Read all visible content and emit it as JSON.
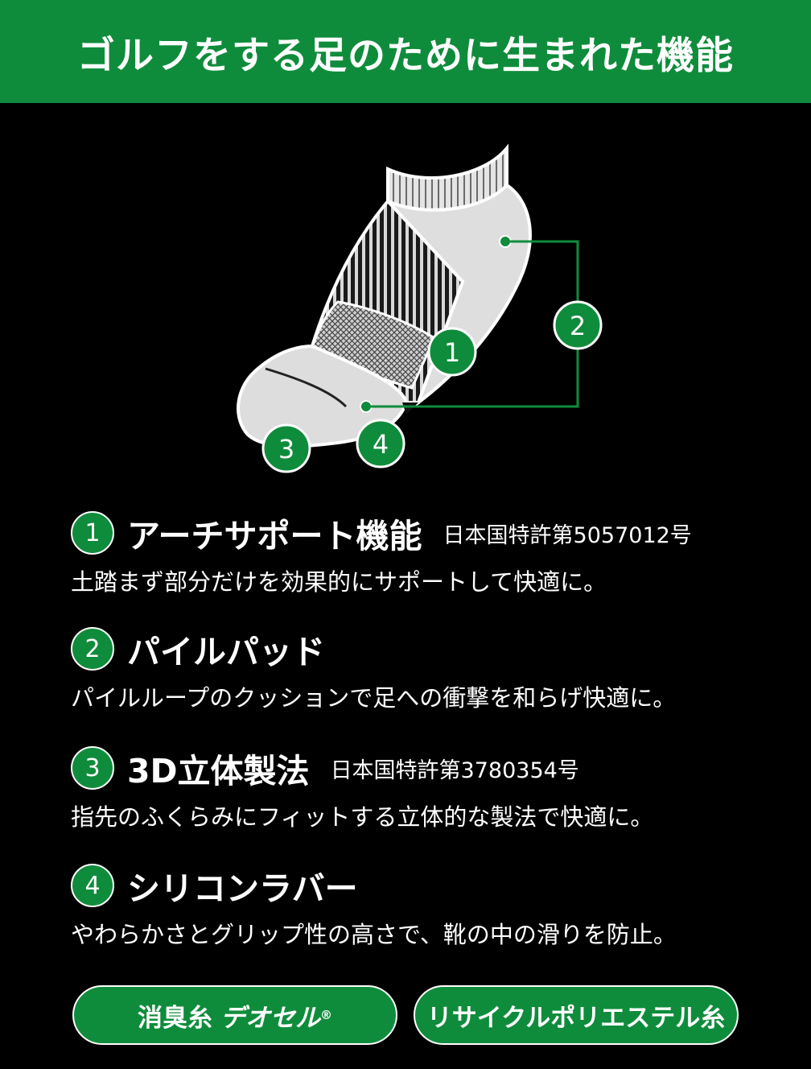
{
  "header": {
    "title": "ゴルフをする足のために生まれた機能"
  },
  "diagram": {
    "markers": [
      "1",
      "2",
      "3",
      "4"
    ]
  },
  "features": [
    {
      "number": "1",
      "title": "アーチサポート機能",
      "patent": "日本国特許第5057012号",
      "description": "土踏まず部分だけを効果的にサポートして快適に。"
    },
    {
      "number": "2",
      "title": "パイルパッド",
      "patent": "",
      "description": "パイルループのクッションで足への衝撃を和らげ快適に。"
    },
    {
      "number": "3",
      "title": "3D立体製法",
      "patent": "日本国特許第3780354号",
      "description": "指先のふくらみにフィットする立体的な製法で快適に。"
    },
    {
      "number": "4",
      "title": "シリコンラバー",
      "patent": "",
      "description": "やわらかさとグリップ性の高さで、靴の中の滑りを防止。"
    }
  ],
  "badges": {
    "deodorant_prefix": "消臭糸",
    "deodorant_brand": "デオセル",
    "registered_mark": "®",
    "recycled": "リサイクルポリエステル糸"
  },
  "colors": {
    "brand_green": "#0f8c3b",
    "background": "#000000",
    "sock": "#dcdcdc"
  }
}
